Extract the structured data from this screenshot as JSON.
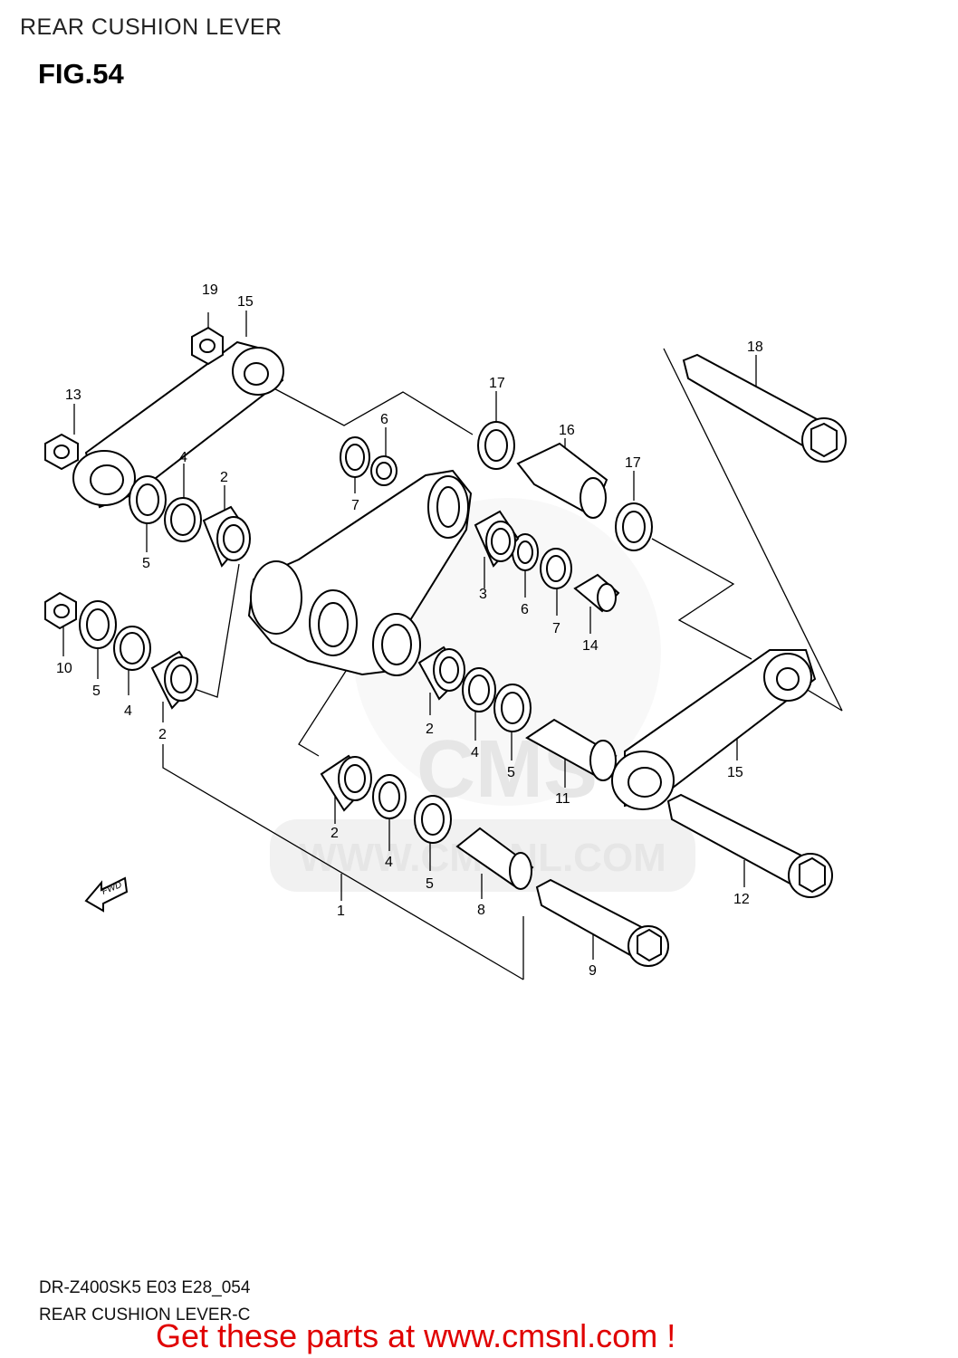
{
  "header": {
    "title": "REAR CUSHION LEVER",
    "figure": "FIG.54"
  },
  "watermark": {
    "logo_text": "CMS",
    "url_text": "WWW.CMSNL.COM"
  },
  "fwd_label": "FWD",
  "callouts": {
    "c19": "19",
    "c15a": "15",
    "c13": "13",
    "c6a": "6",
    "c17a": "17",
    "c16": "16",
    "c18": "18",
    "c4a": "4",
    "c2a": "2",
    "c5a": "5",
    "c7a": "7",
    "c17b": "17",
    "c3": "3",
    "c6b": "6",
    "c7b": "7",
    "c14": "14",
    "c10": "10",
    "c5b": "5",
    "c4b": "4",
    "c2b": "2",
    "c2c": "2",
    "c4c": "4",
    "c5c": "5",
    "c11": "11",
    "c15b": "15",
    "c2d": "2",
    "c4d": "4",
    "c5d": "5",
    "c1": "1",
    "c8": "8",
    "c12": "12",
    "c9": "9"
  },
  "footer": {
    "code": "DR-Z400SK5  E03 E28_054",
    "name": "REAR CUSHION LEVER-C",
    "link": "Get these parts at www.cmsnl.com !"
  }
}
